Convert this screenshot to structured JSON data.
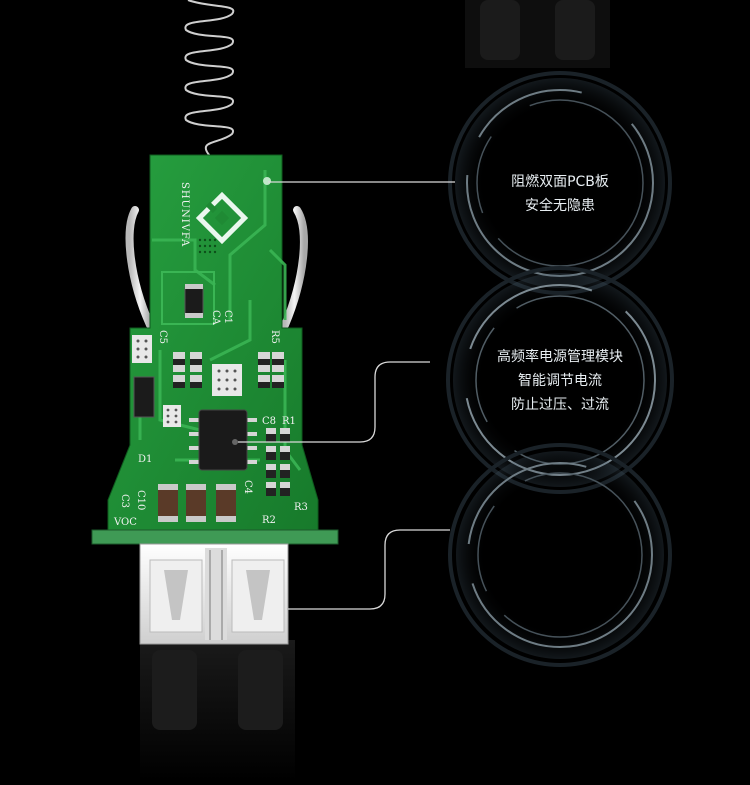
{
  "brand": {
    "logo_text": "SHUNIVFA"
  },
  "pcb": {
    "labels": {
      "c1": "C1",
      "ca": "CA",
      "c8": "C8",
      "r1": "R1",
      "c4": "C4",
      "r2": "R2",
      "r3": "R3",
      "d1": "D1",
      "c10": "C10",
      "c3": "C3",
      "voc": "VOC",
      "c5": "C5",
      "r5": "R5"
    }
  },
  "callouts": [
    {
      "lines": [
        "阻燃双面PCB板",
        "安全无隐患"
      ]
    },
    {
      "lines": [
        "高频率电源管理模块",
        "智能调节电流",
        "防止过压、过流"
      ]
    },
    {
      "lines": []
    }
  ],
  "colors": {
    "background": "#000000",
    "pcb_green": "#1f8a34",
    "pcb_trace": "#2fa548",
    "ring": "#6f7d86",
    "leader_line": "#d9d9d9",
    "text": "#e8eef2"
  }
}
